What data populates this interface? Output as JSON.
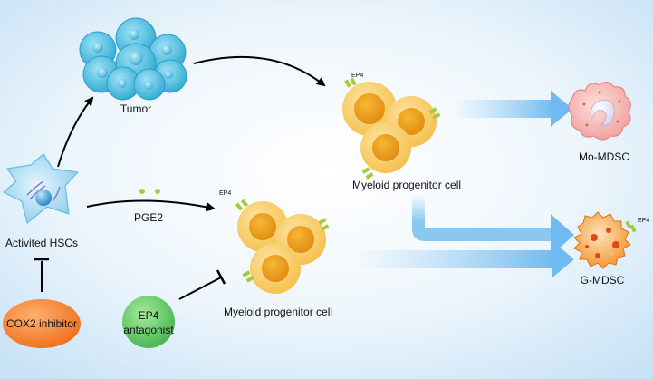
{
  "labels": {
    "tumor": "Tumor",
    "activated_hscs": "Activited HSCs",
    "pge2": "PGE2",
    "ep4_receptor_upper": "EP4",
    "ep4_receptor_lower": "EP4",
    "ep4_receptor_gmdsc": "EP4",
    "myeloid_upper": "Myeloid progenitor cell",
    "myeloid_lower": "Myeloid progenitor cell",
    "mo_mdsc": "Mo-MDSC",
    "g_mdsc": "G-MDSC",
    "cox2_inhibitor": "COX2 inhibitor",
    "ep4_antagonist_line1": "EP4",
    "ep4_antagonist_line2": "antagonist"
  },
  "colors": {
    "background_center": "#ffffff",
    "background_edge": "#cfe6f7",
    "tumor_cell": "#3fb4d6",
    "hsc_cell": "#8fd0ee",
    "progenitor_cell": "#f3b22b",
    "mo_mdsc": "#f39c9c",
    "g_mdsc": "#f58a1f",
    "cox2_pill": "#f47a20",
    "ep4_antagonist": "#4cc25a",
    "flow_arrow": "#7fc3f0",
    "receptor": "#a9c93a"
  }
}
